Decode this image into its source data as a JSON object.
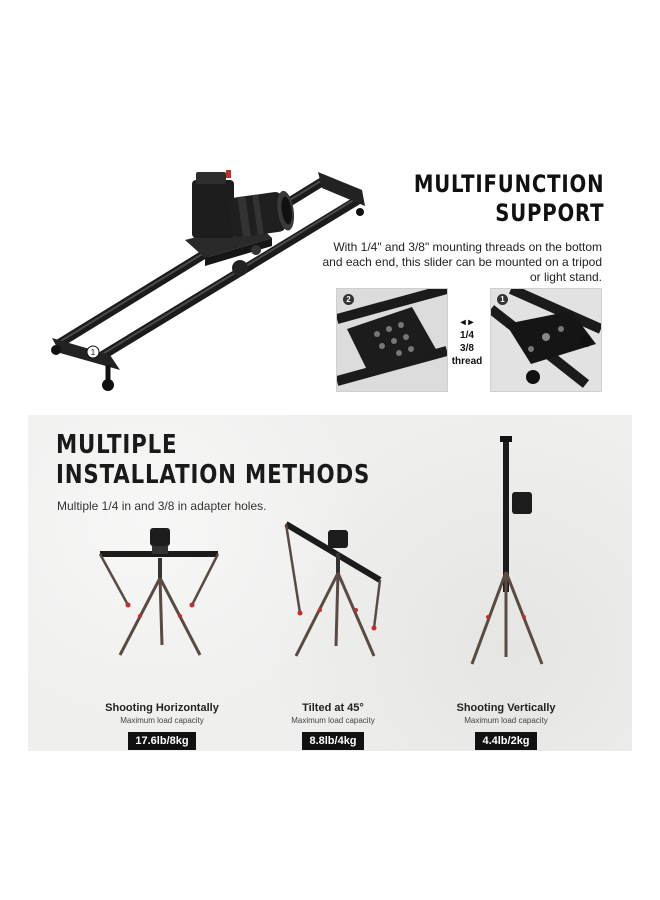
{
  "multifunction": {
    "title_line1": "MULTIFUNCTION",
    "title_line2": "SUPPORT",
    "description": "With 1/4\" and 3/8\" mounting threads on the bottom and each end, this slider can be mounted on a tripod or light stand.",
    "detail_badge_left": "2",
    "detail_badge_right": "1",
    "thread_sizes": [
      "1/4",
      "3/8"
    ],
    "thread_word": "thread",
    "slider_marker": "1"
  },
  "installation": {
    "title_line1": "MULTIPLE",
    "title_line2": "INSTALLATION METHODS",
    "description": "Multiple 1/4 in and 3/8 in adapter holes.",
    "methods": [
      {
        "name": "Shooting Horizontally",
        "load_label": "Maximum load capacity",
        "capacity": "17.6lb/8kg"
      },
      {
        "name": "Tilted at 45°",
        "load_label": "Maximum load capacity",
        "capacity": "8.8lb/4kg"
      },
      {
        "name": "Shooting Vertically",
        "load_label": "Maximum load capacity",
        "capacity": "4.4lb/2kg"
      }
    ]
  },
  "colors": {
    "panel_bg": "#efefee",
    "rail": "#1b1b1b",
    "tripod_leg": "#5a4a42",
    "accent_red": "#c0302a",
    "badge_bg": "#111111"
  }
}
